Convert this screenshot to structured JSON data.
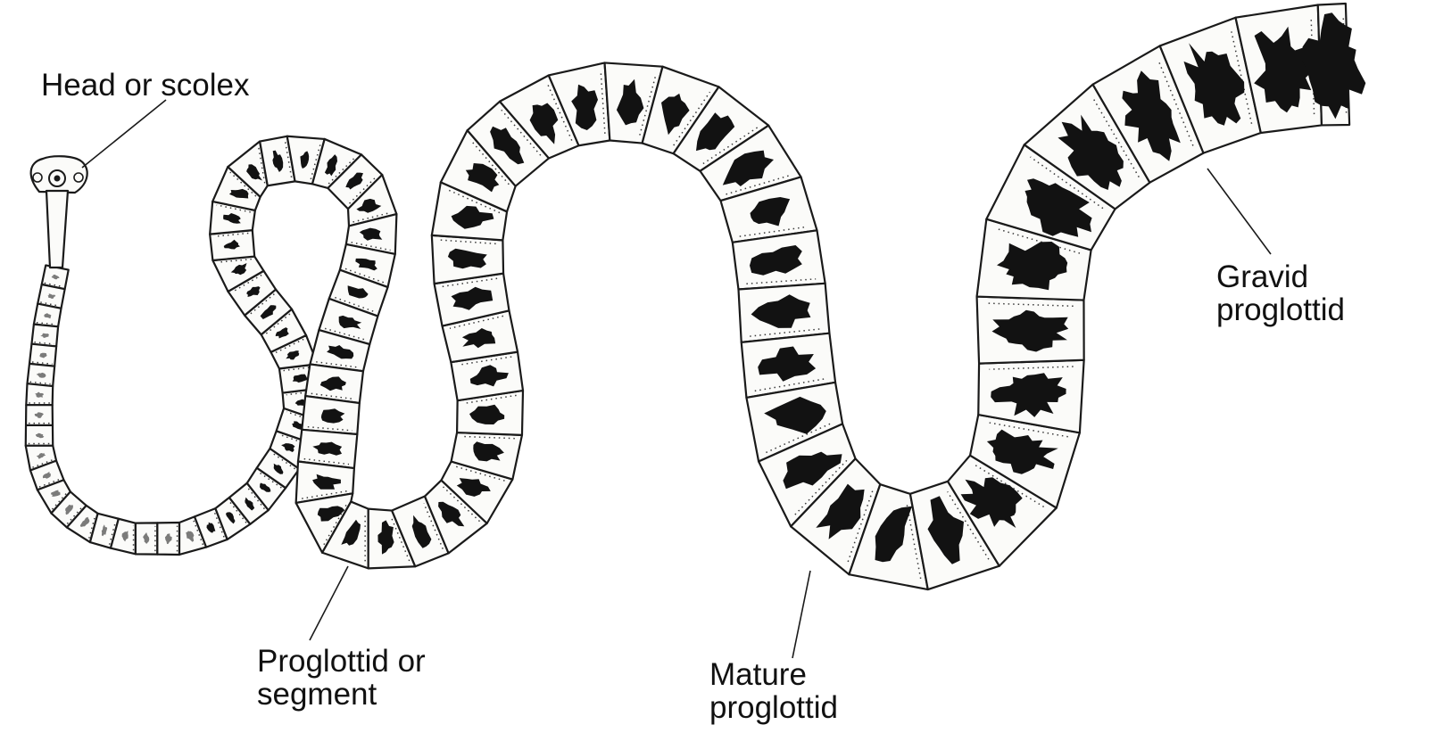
{
  "labels": {
    "head": "Head or scolex",
    "proglottid": [
      "Proglottid or",
      "segment"
    ],
    "mature": [
      "Mature",
      "proglottid"
    ],
    "gravid": [
      "Gravid",
      "proglottid"
    ]
  },
  "colors": {
    "outline": "#1a1a1a",
    "segment_fill": "#fbfbf9",
    "organs": "#121212"
  },
  "icons": [
    "scolex-icon"
  ]
}
